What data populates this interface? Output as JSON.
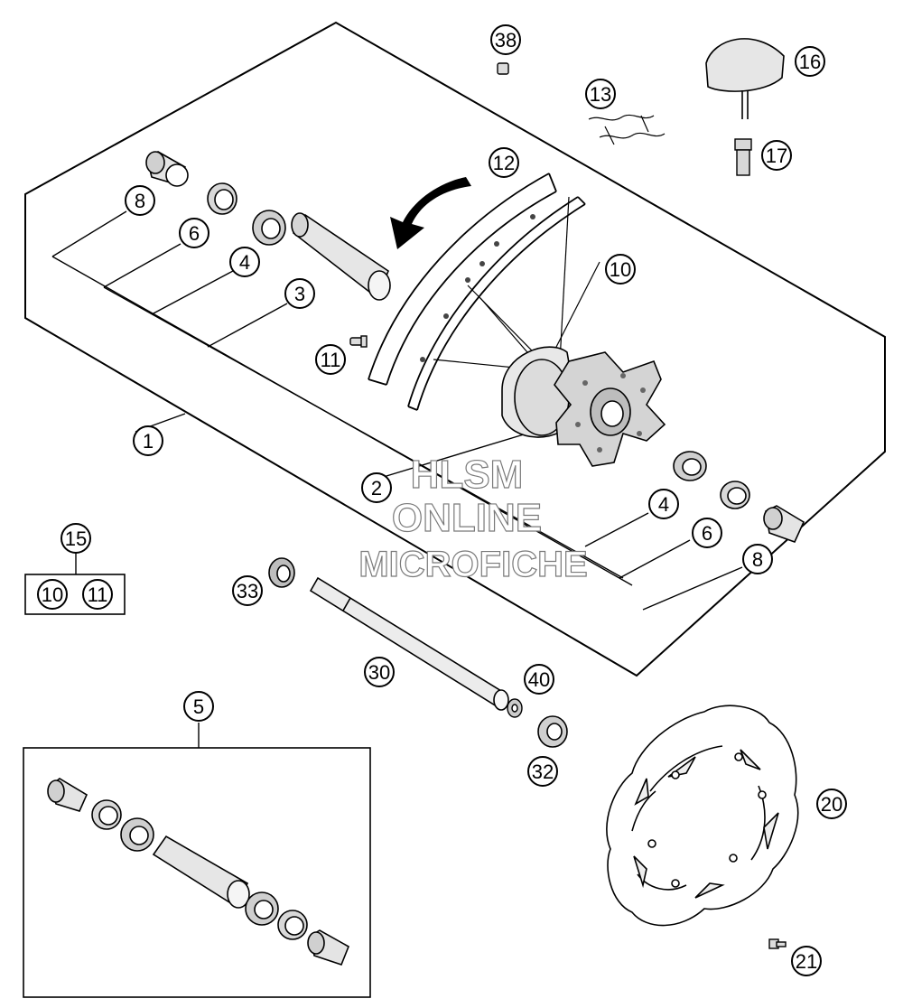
{
  "watermark": {
    "line1": "HLSM",
    "line2": "ONLINE",
    "line3": "MICROFICHE"
  },
  "callouts": {
    "c38": "38",
    "c16": "16",
    "c13": "13",
    "c17": "17",
    "c12": "12",
    "c8a": "8",
    "c6a": "6",
    "c4a": "4",
    "c3": "3",
    "c10a": "10",
    "c11a": "11",
    "c1": "1",
    "c2": "2",
    "c4b": "4",
    "c6b": "6",
    "c8b": "8",
    "c15": "15",
    "c10b": "10",
    "c11b": "11",
    "c33": "33",
    "c30": "30",
    "c40": "40",
    "c32": "32",
    "c5": "5",
    "c20": "20",
    "c21": "21"
  }
}
